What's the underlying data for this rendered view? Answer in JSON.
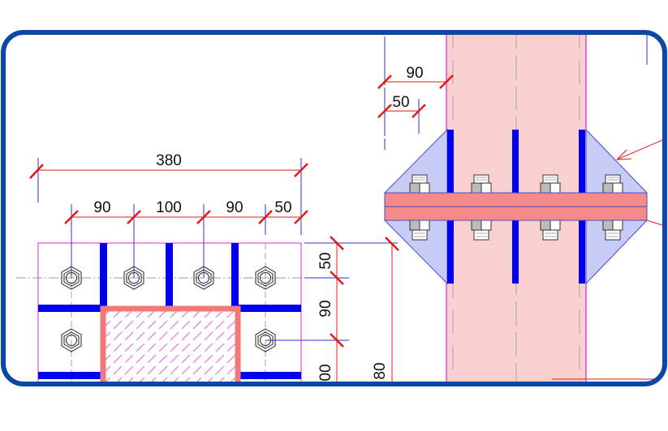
{
  "drawing": {
    "colors": {
      "frame": "#0a47a8",
      "dimension": "#e01818",
      "stiffener": "#0000ee",
      "column_fill": "#f9d0d0",
      "plate": "#f48a8a",
      "gusset": "#c8cbf5",
      "outline": "#e020e0"
    },
    "plan_view": {
      "overall_width": "380",
      "bolt_spacing": [
        "90",
        "100",
        "90",
        "50"
      ],
      "vertical_dims": [
        "50",
        "90",
        "00"
      ],
      "side_dim": "80"
    },
    "elevation_view": {
      "dim_top": "90",
      "dim_bottom": "50"
    }
  }
}
